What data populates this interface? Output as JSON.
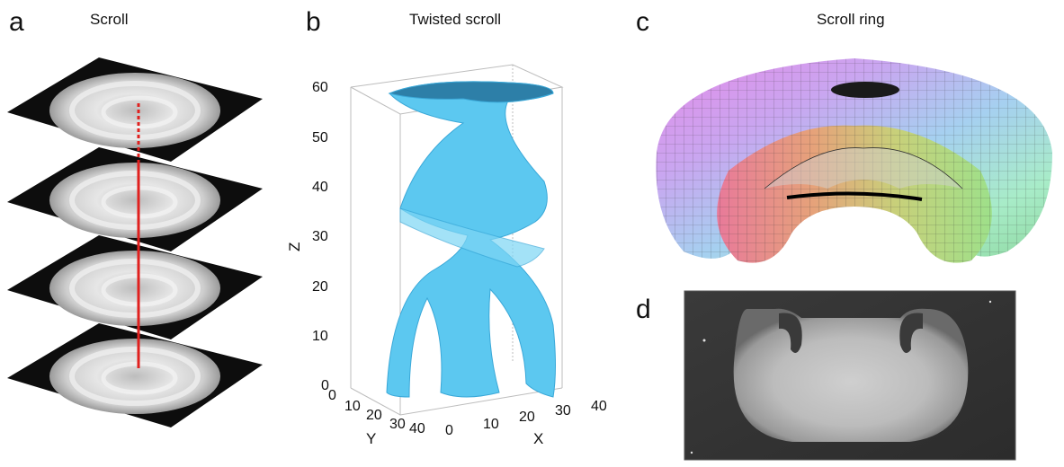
{
  "panels": {
    "a": {
      "letter": "a",
      "title": "Scroll"
    },
    "b": {
      "letter": "b",
      "title": "Twisted scroll",
      "z_label": "Z",
      "y_label": "Y",
      "x_label": "X",
      "z_ticks": [
        "0",
        "10",
        "20",
        "30",
        "40",
        "50",
        "60"
      ],
      "y_ticks": [
        "0",
        "10",
        "20",
        "30",
        "40"
      ],
      "x_ticks": [
        "0",
        "10",
        "20",
        "30",
        "40"
      ]
    },
    "c": {
      "letter": "c",
      "title": "Scroll ring"
    },
    "d": {
      "letter": "d"
    }
  },
  "colors": {
    "filament": "#e0201e",
    "scroll_surface": "#5cc8f0",
    "slice_background": "#0d0d0d"
  }
}
